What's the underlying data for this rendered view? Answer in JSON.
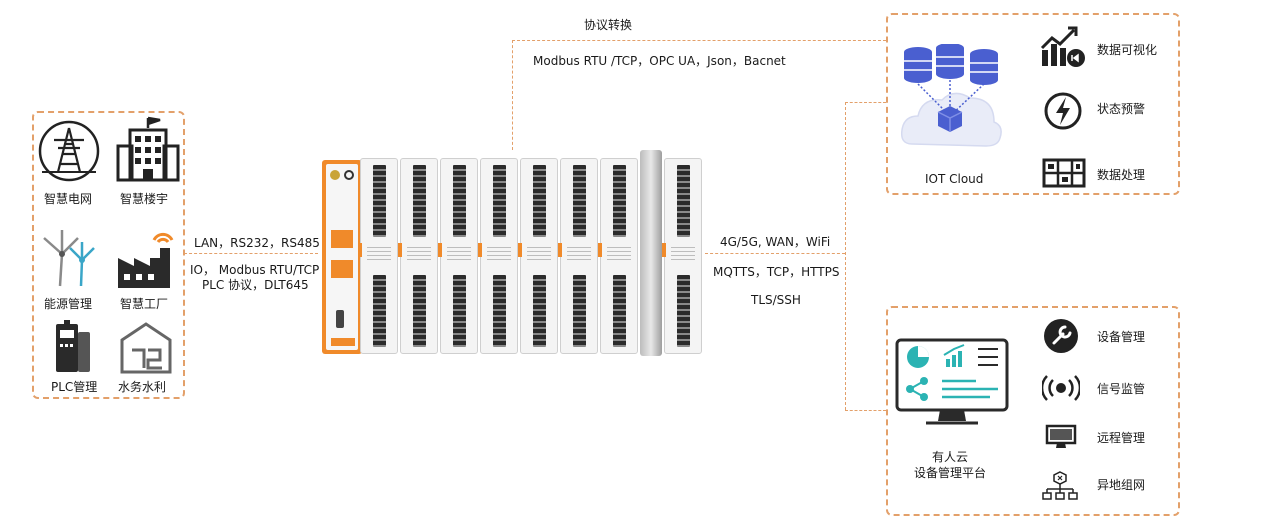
{
  "protocol_top": {
    "title": "协议转换",
    "protocols": "Modbus RTU /TCP，OPC UA，Json，Bacnet"
  },
  "left_panel": {
    "items": [
      {
        "label": "智慧电网",
        "icon": "power-tower-icon"
      },
      {
        "label": "智慧楼宇",
        "icon": "building-icon"
      },
      {
        "label": "能源管理",
        "icon": "wind-turbine-icon"
      },
      {
        "label": "智慧工厂",
        "icon": "factory-icon"
      },
      {
        "label": "PLC管理",
        "icon": "plc-icon"
      },
      {
        "label": "水务水利",
        "icon": "water-icon"
      }
    ]
  },
  "left_links": {
    "line1": "LAN，RS232，RS485",
    "line2": "IO， Modbus RTU/TCP",
    "line3": "PLC 协议，DLT645"
  },
  "right_links": {
    "line1": "4G/5G, WAN，WiFi",
    "line2": "MQTTS，TCP，HTTPS",
    "line3": "TLS/SSH"
  },
  "cloud_panel": {
    "cloud_label": "IOT Cloud",
    "features": [
      {
        "label": "数据可视化",
        "icon": "chart-icon"
      },
      {
        "label": "状态预警",
        "icon": "lightning-icon"
      },
      {
        "label": "数据处理",
        "icon": "data-grid-icon"
      }
    ]
  },
  "platform_panel": {
    "platform_line1": "有人云",
    "platform_line2": "设备管理平台",
    "features": [
      {
        "label": "设备管理",
        "icon": "wrench-icon"
      },
      {
        "label": "信号监管",
        "icon": "signal-icon"
      },
      {
        "label": "远程管理",
        "icon": "monitor-icon"
      },
      {
        "label": "异地组网",
        "icon": "network-icon"
      }
    ]
  },
  "colors": {
    "accent_orange": "#e3a06a",
    "device_orange": "#f08a2a",
    "cloud_blue": "#4a5fd0",
    "teal": "#2bb3b3"
  }
}
